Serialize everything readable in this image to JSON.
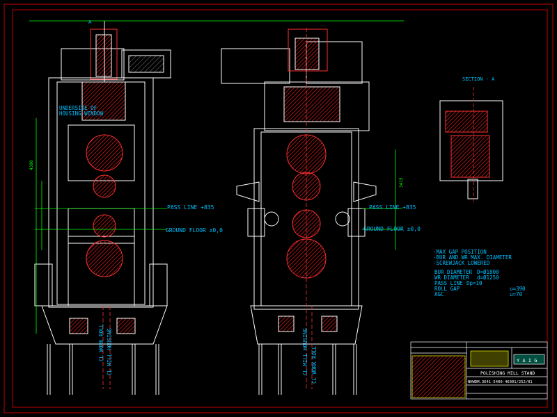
{
  "labels": {
    "section_a": "SECTION - A",
    "marker_a": "A",
    "underside": "UNDERSIDE OF",
    "housing_window": "HOUSING WINDOW",
    "pass_line_left": "PASS LINE +835",
    "ground_floor_left": "GROUND FLOOR ±0,0",
    "pass_line_right": "PASS LINE +835",
    "ground_floor_right": "GROUND FLOOR ±0,0",
    "cl_work_roll_left": "CL WORK ROLL",
    "cl_mill_housing_left": "CL MILL HOUSING",
    "cl_mill_housing_right": "CL MILL HOUSING",
    "cl_work_roll_right": "CL WORK ROLL",
    "dim_vertical": "4300",
    "dim_right": "3415"
  },
  "notes": {
    "line1": "-MAX GAP POSITION",
    "line2": "-BUR AND WR MAX. DIAMETER",
    "line3": "-SCREWJACK LOWERED",
    "bur_label": "BUR DIAMETER",
    "bur_value": "D=Ø1800",
    "wr_label": "WR DIAMETER",
    "wr_value": "d=Ø1250",
    "pass_label": "PASS LINE",
    "pass_value": "Dp=10",
    "roll_gap_label": "ROLL GAP",
    "roll_gap_value": "u=390",
    "agc_label": "AGC",
    "agc_value": "u=70"
  },
  "title_block": {
    "title": "POLISHING MILL STAND",
    "drawing_no": "NHWDM.3641-5400-46001/252/01",
    "logo": "Y A I G"
  },
  "colors": {
    "background": "#000000",
    "border": "#c00000",
    "structure": "#ffffff",
    "dimension": "#00ff00",
    "annotation": "#00bfff",
    "hatch": "#ff2020",
    "text_yellow": "#ffff00"
  }
}
